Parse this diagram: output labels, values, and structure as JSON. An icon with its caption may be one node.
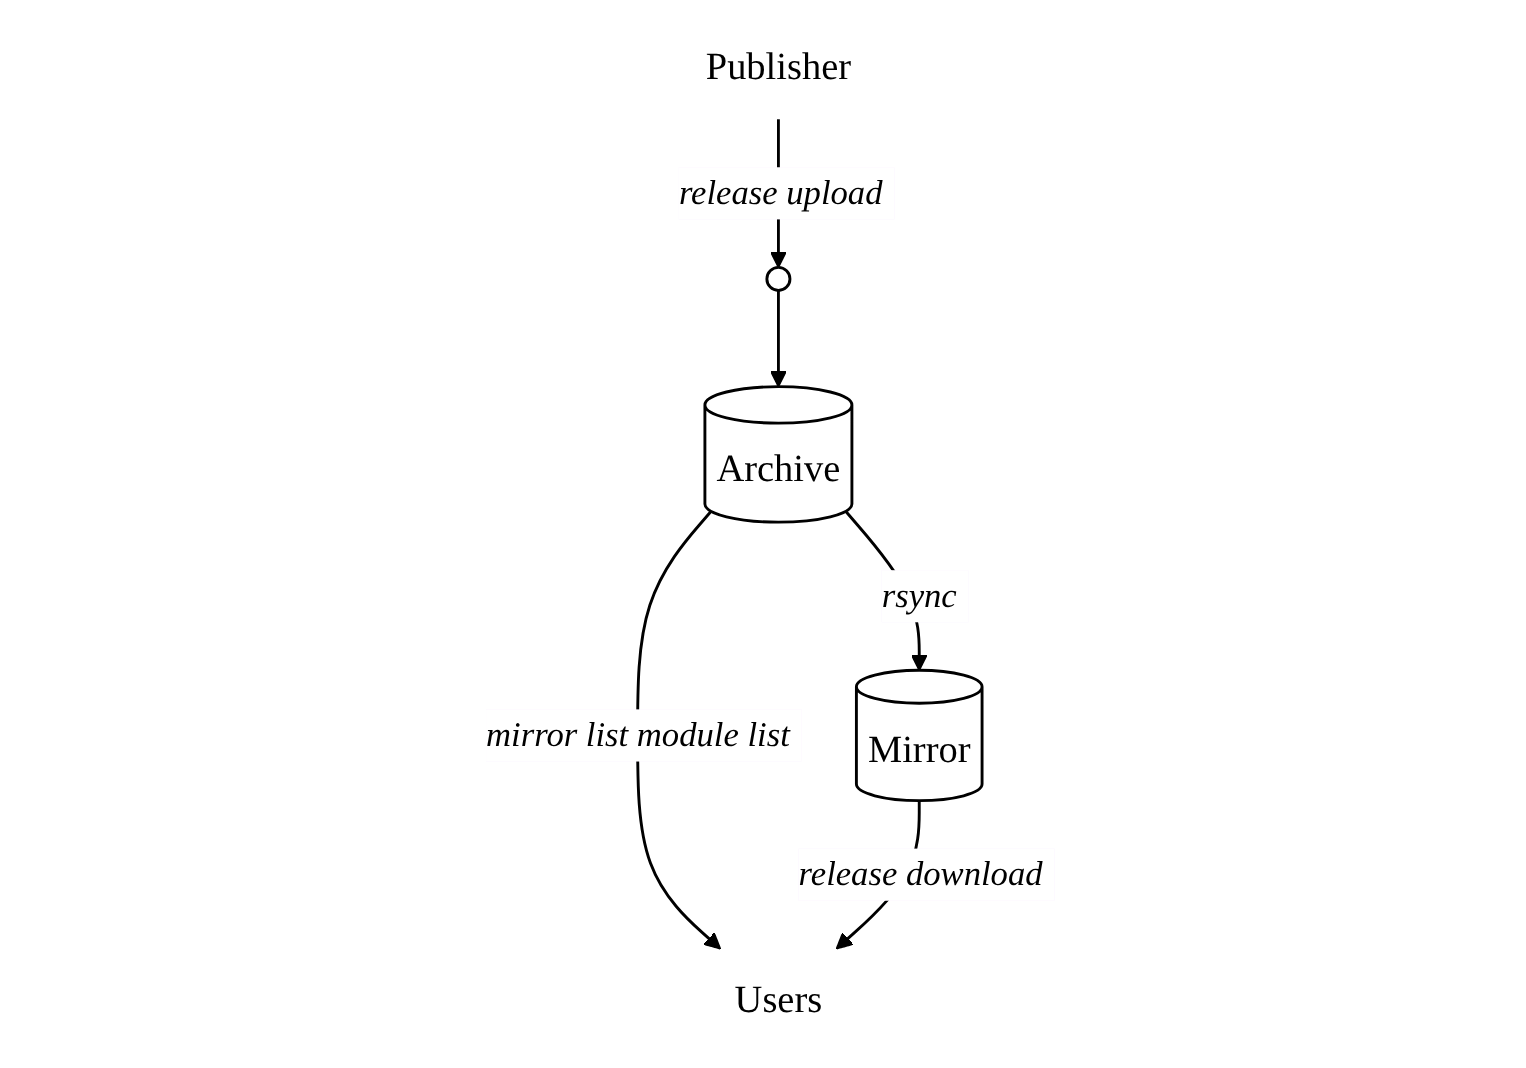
{
  "diagram": {
    "nodes": [
      {
        "text": [
          "Publisher"
        ]
      },
      {
        "text": [],
        "shape": "circle"
      },
      {
        "text": [
          "Archive"
        ]
      },
      {
        "text": [
          "Mirror"
        ]
      },
      {
        "text": [
          "Users"
        ]
      }
    ],
    "edges": [
      {
        "from": 0,
        "to": 1,
        "arrow": "to",
        "label": "release upload"
      },
      {
        "from": 1,
        "to": 2,
        "arrow": "to"
      },
      {
        "from": 2,
        "to": 3,
        "arrow": "to",
        "label": "rsync"
      },
      {
        "from": 2,
        "to": 4,
        "arrow": "to",
        "label": "mirror list module list"
      },
      {
        "from": 3,
        "to": 4,
        "arrow": "to",
        "label": "release download"
      }
    ]
  }
}
